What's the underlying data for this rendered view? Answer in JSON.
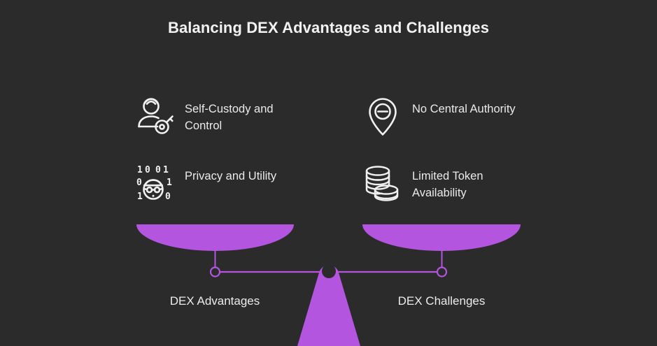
{
  "title": "Balancing DEX Advantages and Challenges",
  "colors": {
    "background": "#2b2b2b",
    "accent_purple": "#b455e0",
    "text_primary": "#f2f2f2",
    "text_secondary": "#eaeaea",
    "icon_stroke": "#f0f0f0"
  },
  "features": [
    {
      "icon": "person-key-icon",
      "label": "Self-Custody and Control",
      "side": "advantages"
    },
    {
      "icon": "binary-face-icon",
      "label": "Privacy and Utility",
      "side": "advantages"
    },
    {
      "icon": "location-pin-minus-icon",
      "label": "No Central Authority",
      "side": "challenges"
    },
    {
      "icon": "stacked-coins-icon",
      "label": "Limited Token Availability",
      "side": "challenges"
    }
  ],
  "scale": {
    "left_pan_label": "DEX Advantages",
    "right_pan_label": "DEX Challenges",
    "fulcrum": "triangle-pivot",
    "beam": "horizontal-beam",
    "left_hanger": "pan-hanger-circle",
    "right_hanger": "pan-hanger-circle"
  },
  "chart_data": {
    "type": "diagram",
    "subtype": "balance-scale-comparison",
    "title": "Balancing DEX Advantages and Challenges",
    "categories": [
      "DEX Advantages",
      "DEX Challenges"
    ],
    "series": [
      {
        "name": "DEX Advantages",
        "items": [
          "Self-Custody and Control",
          "Privacy and Utility"
        ]
      },
      {
        "name": "DEX Challenges",
        "items": [
          "No Central Authority",
          "Limited Token Availability"
        ]
      }
    ],
    "balanced": true,
    "legend": "none",
    "grid": false
  }
}
